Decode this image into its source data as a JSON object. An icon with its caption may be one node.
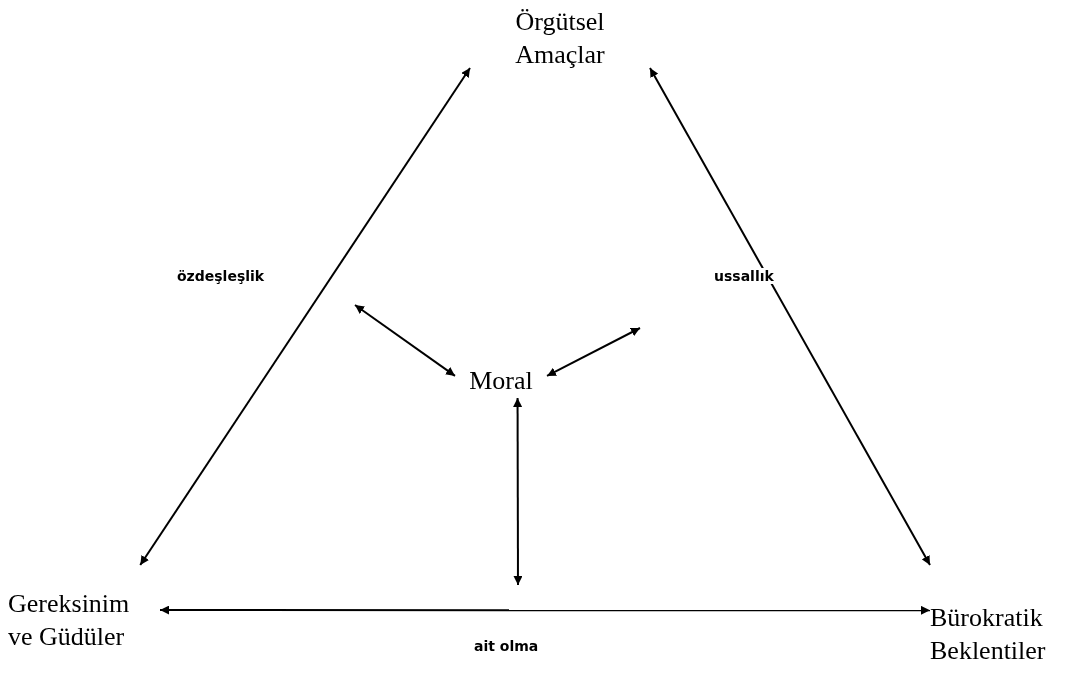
{
  "diagram": {
    "nodes": [
      {
        "text": [
          "Örgütsel Amaçlar"
        ]
      },
      {
        "text": [
          "Moral"
        ]
      },
      {
        "text": [
          "Gereksinim ve Güdüler"
        ]
      },
      {
        "text": [
          "Bürokratik Beklentiler"
        ]
      }
    ],
    "edges": [
      {
        "from": 2,
        "to": 0,
        "arrow": "both",
        "label": "özdeşleşlik"
      },
      {
        "from": 0,
        "to": 3,
        "arrow": "both",
        "label": "ussallık"
      },
      {
        "from": 2,
        "to": 3,
        "arrow": "both",
        "label": "ait olma"
      },
      {
        "from": null,
        "to": 1,
        "arrow": "both"
      },
      {
        "from": null,
        "to": 1,
        "arrow": "both"
      },
      {
        "from": null,
        "to": 1,
        "arrow": "both"
      }
    ]
  }
}
